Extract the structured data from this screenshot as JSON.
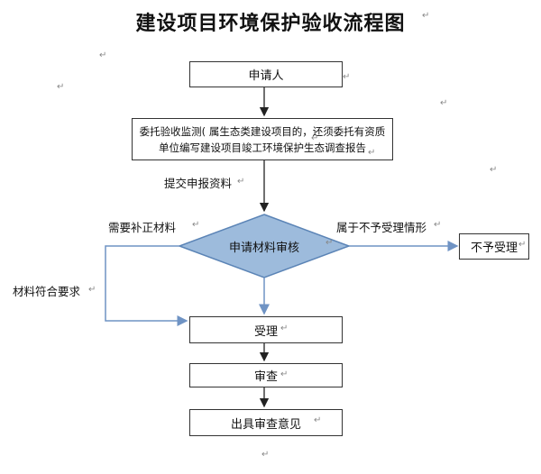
{
  "title": "建设项目环境保护验收流程图",
  "nodes": {
    "applicant": "申请人",
    "commission_line1": "委托验收监测( 属生态类建设项目的，还须委托有资质",
    "commission_line2": "单位编写建设项目竣工环境保护生态调查报告",
    "review_materials": "申请材料审核",
    "reject": "不予受理",
    "accept": "受理",
    "examine": "审查",
    "opinion": "出具审查意见"
  },
  "labels": {
    "submit": "提交申报资料",
    "need_supplement": "需要补正材料",
    "belongs_reject": "属于不予受理情形",
    "meets_requirements": "材料符合要求"
  },
  "para_mark": "↵",
  "colors": {
    "diamond_fill": "#9dbbdc",
    "diamond_stroke": "#5b84b6",
    "arrow_blue": "#6f93c4",
    "arrow_dark": "#222222"
  }
}
